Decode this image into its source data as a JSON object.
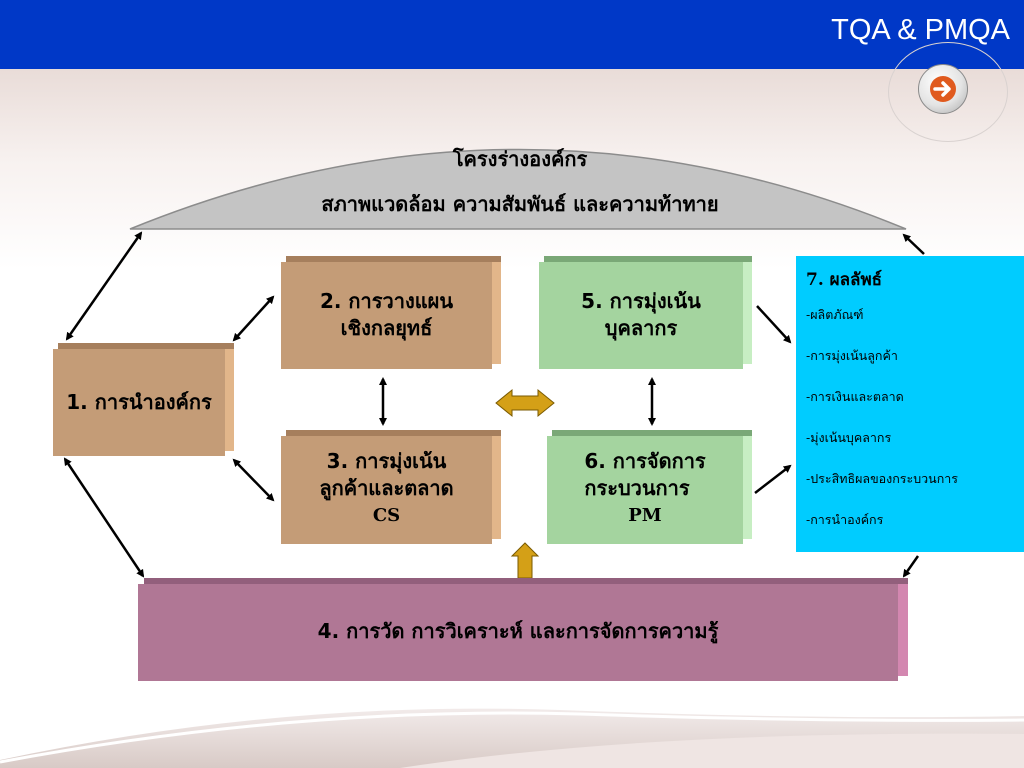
{
  "header": {
    "title": "TQA & PMQA"
  },
  "nav": {
    "next_icon": "orange-right-arrow"
  },
  "arc": {
    "line1": "โครงร่างองค์กร",
    "line2": "สภาพแวดล้อม ความสัมพันธ์ และความท้าทาย"
  },
  "boxes": {
    "leadership": "1. การนำองค์กร",
    "strategy_1": "2. การวางแผน",
    "strategy_2": "เชิงกลยุทธ์",
    "customer_1": "3. การมุ่งเน้น",
    "customer_2": "ลูกค้าและตลาด",
    "customer_3": "CS",
    "measurement": "4. การวัด การวิเคราะห์ และการจัดการความรู้",
    "workforce_1": "5. การมุ่งเน้น",
    "workforce_2": "บุคลากร",
    "process_1": "6. การจัดการ",
    "process_2": "กระบวนการ",
    "process_3": "PM"
  },
  "results": {
    "title": "7. ผลลัพธ์",
    "items": [
      "-ผลิตภัณฑ์",
      "-การมุ่งเน้นลูกค้า",
      "-การเงินและตลาด",
      "-มุ่งเน้นบุคลากร",
      "-ประสิทธิผลของกระบวนการ",
      "-การนำองค์กร"
    ]
  },
  "colors": {
    "header": "#0038c7",
    "tan_box": "#c49c77",
    "green_box": "#a4d49f",
    "pink_box": "#b07795",
    "results_box": "#00ccff",
    "gold_arrow": "#d4a017"
  }
}
